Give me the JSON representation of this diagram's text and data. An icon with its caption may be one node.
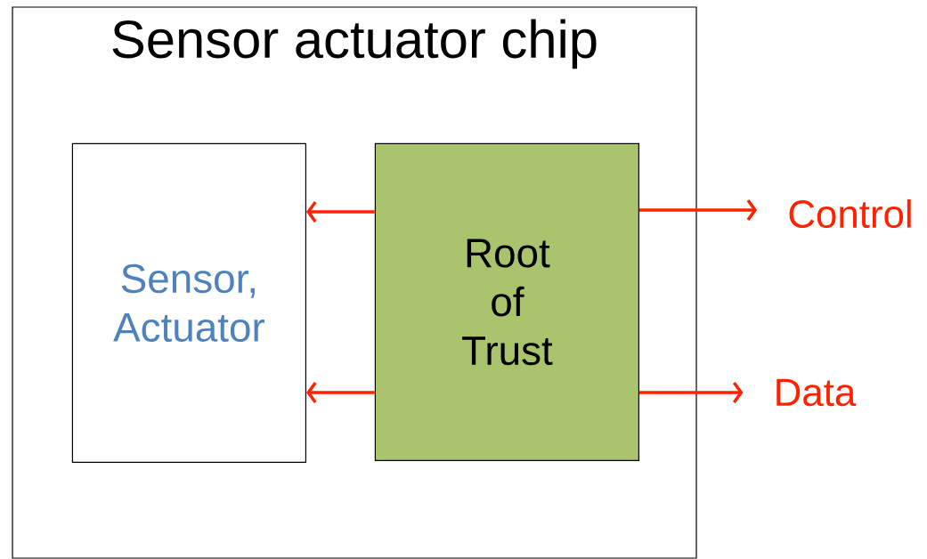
{
  "diagram": {
    "nodes": [
      {
        "text": [
          "Sensor actuator chip"
        ]
      },
      {
        "text": [
          "Sensor, Actuator"
        ],
        "in": 0
      },
      {
        "text": [
          "Root of Trust"
        ],
        "in": 0
      },
      {
        "text": [
          "Control"
        ]
      },
      {
        "text": [
          "Data"
        ]
      }
    ],
    "edges": [
      {
        "from": 2,
        "to": 1,
        "arrow": "to"
      },
      {
        "from": 2,
        "to": 1,
        "arrow": "to"
      },
      {
        "from": 2,
        "to": 3,
        "arrow": "to"
      },
      {
        "from": 2,
        "to": 4,
        "arrow": "to"
      }
    ]
  }
}
